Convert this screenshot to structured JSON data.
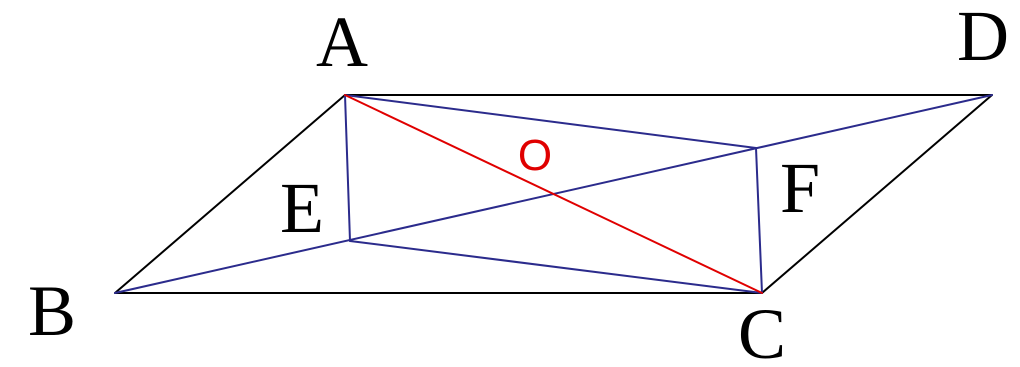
{
  "diagram": {
    "points": [
      {
        "id": "A",
        "label": "A"
      },
      {
        "id": "B",
        "label": "B"
      },
      {
        "id": "C",
        "label": "C"
      },
      {
        "id": "D",
        "label": "D"
      },
      {
        "id": "E",
        "label": "E"
      },
      {
        "id": "F",
        "label": "F"
      },
      {
        "id": "O",
        "label": "O"
      }
    ],
    "segments": [
      {
        "from": "A",
        "to": "D",
        "color": "#000000"
      },
      {
        "from": "B",
        "to": "C",
        "color": "#000000"
      },
      {
        "from": "A",
        "to": "B",
        "color": "#000000"
      },
      {
        "from": "C",
        "to": "D",
        "color": "#000000"
      },
      {
        "from": "A",
        "to": "E",
        "color": "#2b2b8c"
      },
      {
        "from": "C",
        "to": "F",
        "color": "#2b2b8c"
      },
      {
        "from": "A",
        "to": "F",
        "color": "#2b2b8c"
      },
      {
        "from": "E",
        "to": "C",
        "color": "#2b2b8c"
      },
      {
        "from": "B",
        "to": "D",
        "color": "#2b2b8c"
      },
      {
        "from": "A",
        "to": "C",
        "color": "#e00000"
      }
    ],
    "colors": {
      "vertex_label": "#000000",
      "center_label": "#e00000"
    }
  }
}
